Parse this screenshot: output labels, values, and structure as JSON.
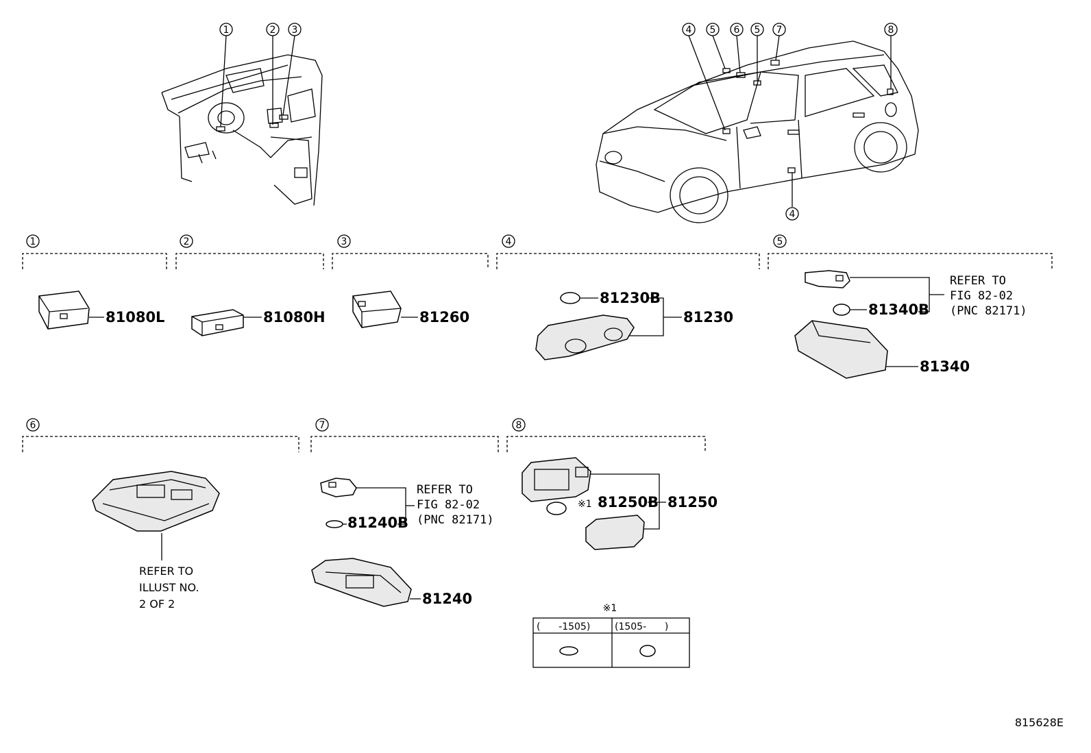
{
  "callouts": {
    "dash": [
      "1",
      "2",
      "3"
    ],
    "car": [
      "4",
      "5",
      "6",
      "5",
      "7",
      "8",
      "4"
    ],
    "sections": [
      "1",
      "2",
      "3",
      "4",
      "5",
      "6",
      "7",
      "8"
    ]
  },
  "parts": {
    "p1": "81080L",
    "p2": "81080H",
    "p3": "81260",
    "p4_bulb": "81230B",
    "p4": "81230",
    "p5_bulb": "81340B",
    "p5": "81340",
    "p7_bulb": "81240B",
    "p7": "81240",
    "p8_bulb": "81250B",
    "p8": "81250",
    "p8_note_mark": "※1"
  },
  "refs": {
    "fig_5": [
      "REFER TO",
      "FIG 82-02",
      "(PNC 82171)"
    ],
    "fig_7": [
      "REFER TO",
      "FIG 82-02",
      "(PNC 82171)"
    ],
    "illust_6": [
      "REFER TO",
      "ILLUST NO.",
      "2 OF 2"
    ]
  },
  "note_table": {
    "title": "※1",
    "col1": "(      -1505)",
    "col2": "(1505-      )"
  },
  "figure_id": "815628E"
}
